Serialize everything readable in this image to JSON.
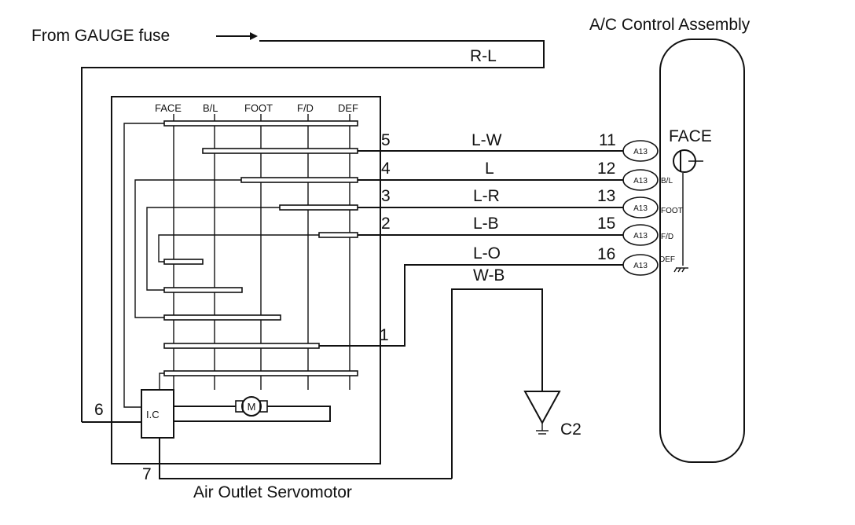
{
  "labels": {
    "from_fuse": "From GAUGE fuse",
    "control_assembly": "A/C Control Assembly",
    "servomotor": "Air Outlet Servomotor",
    "rl_wire": "R-L",
    "face_switch": "FACE",
    "ground": "C2",
    "ic": "I.C",
    "motor": "M"
  },
  "mode_headers": [
    "FACE",
    "B/L",
    "FOOT",
    "F/D",
    "DEF"
  ],
  "wires": [
    {
      "servo_pin": "5",
      "color": "L-W",
      "ctrl_pin": "11",
      "connector": "A13",
      "mode": "FACE"
    },
    {
      "servo_pin": "4",
      "color": "L",
      "ctrl_pin": "12",
      "connector": "A13",
      "mode": "B/L"
    },
    {
      "servo_pin": "3",
      "color": "L-R",
      "ctrl_pin": "13",
      "connector": "A13",
      "mode": "FOOT"
    },
    {
      "servo_pin": "2",
      "color": "L-B",
      "ctrl_pin": "15",
      "connector": "A13",
      "mode": "F/D"
    },
    {
      "servo_pin": "",
      "color": "L-O",
      "ctrl_pin": "16",
      "connector": "A13",
      "mode": "DEF"
    }
  ],
  "ground_wire": "W-B",
  "pins": {
    "p1": "1",
    "p6": "6",
    "p7": "7"
  }
}
